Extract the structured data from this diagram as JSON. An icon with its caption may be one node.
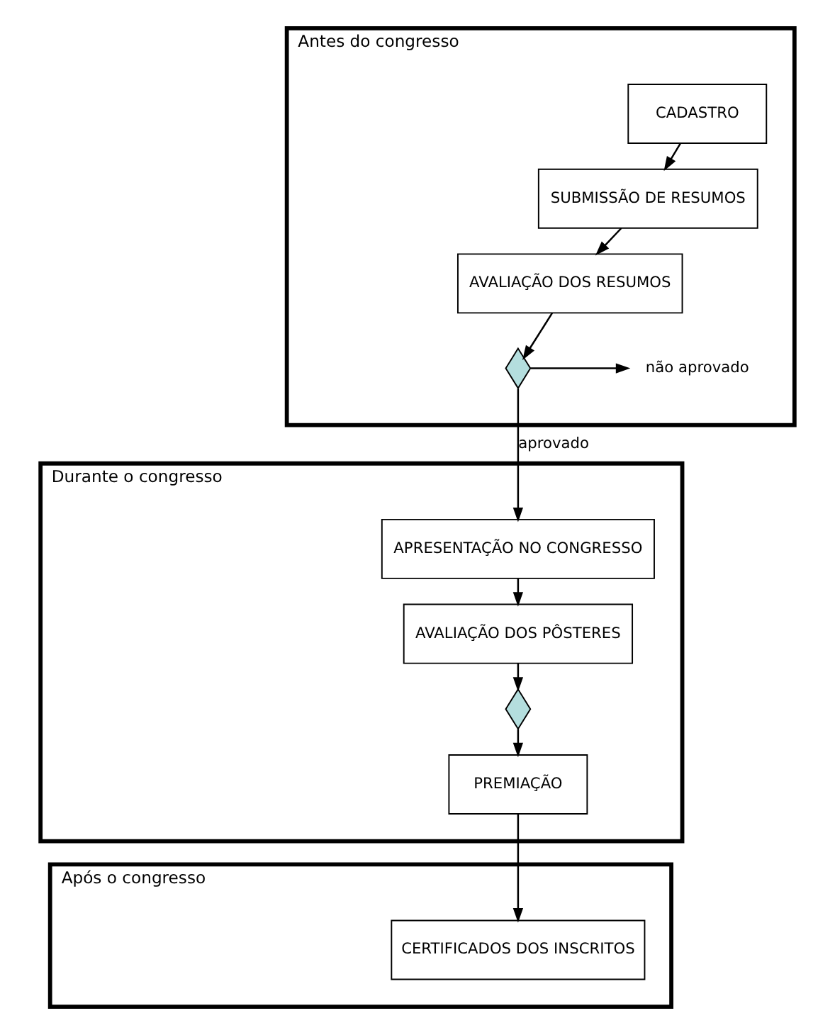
{
  "diagram": {
    "nodes": [
      {
        "text": [
          "Antes do congresso"
        ]
      },
      {
        "text": [
          "CADASTRO"
        ],
        "in": 0
      },
      {
        "text": [
          "SUBMISSÃO DE RESUMOS"
        ],
        "in": 0
      },
      {
        "text": [
          "AVALIAÇÃO DOS RESUMOS"
        ],
        "in": 0
      },
      {
        "text": [],
        "shape": "diamond",
        "in": 0
      },
      {
        "text": [
          "não aprovado"
        ],
        "in": 0
      },
      {
        "text": [
          "Durante o congresso"
        ]
      },
      {
        "text": [
          "APRESENTAÇÃO NO CONGRESSO"
        ],
        "in": 6
      },
      {
        "text": [
          "AVALIAÇÃO DOS PÔSTERES"
        ],
        "in": 6
      },
      {
        "text": [],
        "shape": "diamond",
        "in": 6
      },
      {
        "text": [
          "PREMIAÇÃO"
        ],
        "in": 6
      },
      {
        "text": [
          "Após o congresso"
        ]
      },
      {
        "text": [
          "CERTIFICADOS DOS INSCRITOS"
        ],
        "in": 11
      }
    ],
    "edges": [
      {
        "from": 1,
        "to": 2,
        "arrow": "to"
      },
      {
        "from": 2,
        "to": 3,
        "arrow": "to"
      },
      {
        "from": 3,
        "to": 4,
        "arrow": "to"
      },
      {
        "from": 4,
        "to": 5,
        "arrow": "to"
      },
      {
        "from": 4,
        "to": 7,
        "arrow": "to",
        "label": "aprovado"
      },
      {
        "from": 7,
        "to": 8,
        "arrow": "to"
      },
      {
        "from": 8,
        "to": 9,
        "arrow": "to"
      },
      {
        "from": 9,
        "to": 10,
        "arrow": "to"
      },
      {
        "from": 10,
        "to": 12,
        "arrow": "to"
      }
    ]
  }
}
